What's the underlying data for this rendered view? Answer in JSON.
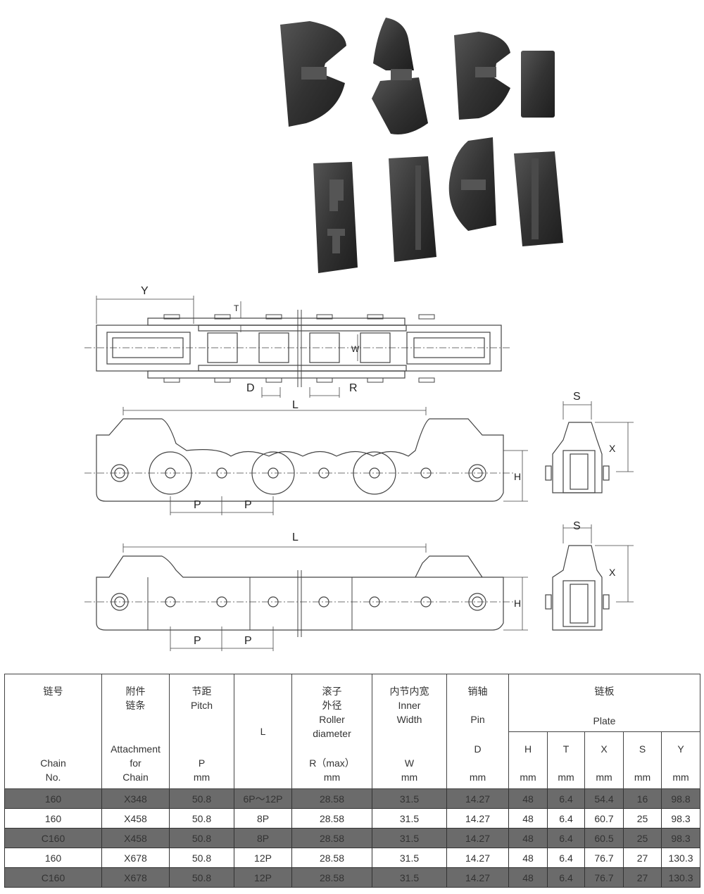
{
  "table": {
    "headers": {
      "chain_no": {
        "cn": "链号",
        "en1": "Chain",
        "en2": "No."
      },
      "attachment": {
        "cn1": "附件",
        "cn2": "链条",
        "en1": "Attachment",
        "en2": "for",
        "en3": "Chain"
      },
      "pitch": {
        "cn": "节距",
        "en": "Pitch",
        "sym": "P",
        "unit": "mm"
      },
      "length": {
        "sym": "L"
      },
      "roller": {
        "cn1": "滚子",
        "cn2": "外径",
        "en1": "Roller",
        "en2": "diameter",
        "sym": "R（max）",
        "unit": "mm"
      },
      "inner_width": {
        "cn": "内节内宽",
        "en1": "Inner",
        "en2": "Width",
        "sym": "W",
        "unit": "mm"
      },
      "pin": {
        "cn": "销轴",
        "en": "Pin",
        "sym": "D",
        "unit": "mm"
      },
      "plate": {
        "cn": "链板",
        "en": "Plate"
      },
      "plate_cols": [
        {
          "sym": "H",
          "unit": "mm"
        },
        {
          "sym": "T",
          "unit": "mm"
        },
        {
          "sym": "X",
          "unit": "mm"
        },
        {
          "sym": "S",
          "unit": "mm"
        },
        {
          "sym": "Y",
          "unit": "mm"
        }
      ]
    },
    "rows": [
      {
        "chain": "160",
        "attachment": "X348",
        "pitch": "50.8",
        "l": "6P～12P",
        "roller": "28.58",
        "width": "31.5",
        "pin": "14.27",
        "h": "48",
        "t": "6.4",
        "x": "54.4",
        "s": "16",
        "y": "98.8"
      },
      {
        "chain": "160",
        "attachment": "X458",
        "pitch": "50.8",
        "l": "8P",
        "roller": "28.58",
        "width": "31.5",
        "pin": "14.27",
        "h": "48",
        "t": "6.4",
        "x": "60.7",
        "s": "25",
        "y": "98.3"
      },
      {
        "chain": "C160",
        "attachment": "X458",
        "pitch": "50.8",
        "l": "8P",
        "roller": "28.58",
        "width": "31.5",
        "pin": "14.27",
        "h": "48",
        "t": "6.4",
        "x": "60.5",
        "s": "25",
        "y": "98.3"
      },
      {
        "chain": "160",
        "attachment": "X678",
        "pitch": "50.8",
        "l": "12P",
        "roller": "28.58",
        "width": "31.5",
        "pin": "14.27",
        "h": "48",
        "t": "6.4",
        "x": "76.7",
        "s": "27",
        "y": "130.3"
      },
      {
        "chain": "C160",
        "attachment": "X678",
        "pitch": "50.8",
        "l": "12P",
        "roller": "28.58",
        "width": "31.5",
        "pin": "14.27",
        "h": "48",
        "t": "6.4",
        "x": "76.7",
        "s": "27",
        "y": "130.3"
      }
    ]
  },
  "drawing_labels": {
    "y": "Y",
    "t": "T",
    "w": "W",
    "d": "D",
    "r": "R",
    "l": "L",
    "p": "P",
    "h": "H",
    "x": "X",
    "s": "S"
  },
  "colors": {
    "dark_row": "#6b6b6b",
    "light_row": "#ffffff",
    "metal": "#3a3a3a"
  }
}
